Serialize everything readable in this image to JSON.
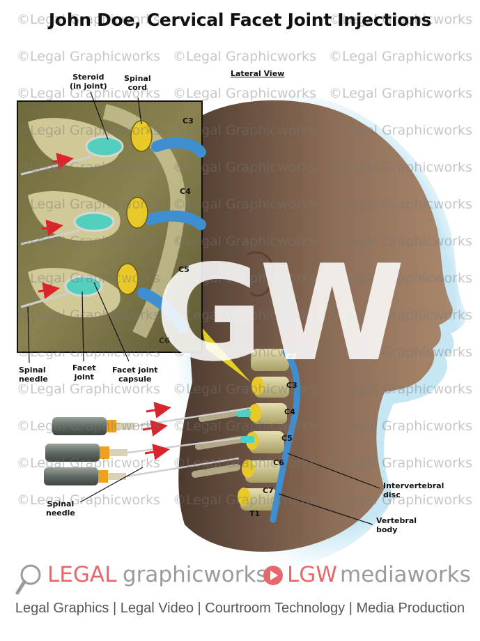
{
  "title": "John Doe, Cervical Facet Joint Injections",
  "view_label": "Lateral View",
  "inset_labels": {
    "steroid_line1": "Steroid",
    "steroid_line2": "(in joint)",
    "cord_line1": "Spinal",
    "cord_line2": "cord",
    "c3": "C3",
    "c4": "C4",
    "c5": "C5",
    "c6": "C6",
    "spinal_needle_line1": "Spinal",
    "spinal_needle_line2": "needle",
    "facet_joint_line1": "Facet",
    "facet_joint_line2": "joint",
    "facet_capsule_line1": "Facet joint",
    "facet_capsule_line2": "capsule"
  },
  "neck_labels": {
    "c2": "C2",
    "c3": "C3",
    "c4": "C4",
    "c5": "C5",
    "c6": "C6",
    "c7": "C7",
    "t1": "T1",
    "disc_line1": "Intervertebral",
    "disc_line2": "disc",
    "body_line1": "Vertebral",
    "body_line2": "body",
    "needle_line1": "Spinal",
    "needle_line2": "needle"
  },
  "watermark_text": "©Legal Graphicworks",
  "gw_mark": "GW",
  "logo": {
    "legal": "LEGAL",
    "graphicworks": "graphicworks",
    "lgw": "LGW",
    "mediaworks": "mediaworks"
  },
  "tagline": "Legal Graphics | Legal Video | Courtroom Technology | Media Production",
  "colors": {
    "accent_red": "#e7686a",
    "logo_gray": "#9a9a9a",
    "bone": "#c9c08a",
    "disc_blue": "#3f8fd0",
    "spinal_cord_yellow": "#e8c928",
    "steroid_teal": "#4fd0c0",
    "skin": "#8a6a52"
  }
}
